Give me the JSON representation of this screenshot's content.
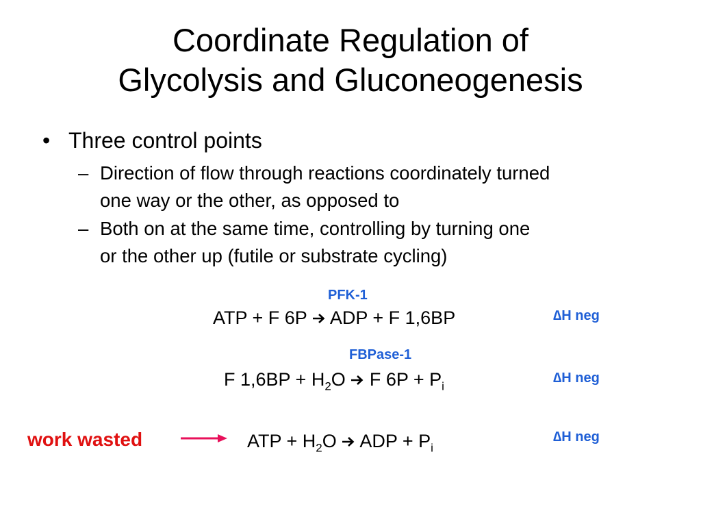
{
  "slide": {
    "title_line1": "Coordinate Regulation of",
    "title_line2": "Glycolysis and Gluconeogenesis"
  },
  "bullets": {
    "main_mark": "•",
    "main": "Three control points",
    "sub_mark": "–",
    "sub1_line1": "Direction of flow through reactions coordinately turned",
    "sub1_line2": "one way or the other, as opposed to",
    "sub2_line1": "Both on at the same time, controlling by turning one",
    "sub2_line2": "or the other up (futile or substrate cycling)"
  },
  "reactions": [
    {
      "enzyme": "PFK-1",
      "left": "ATP + F 6P",
      "right": "ADP + F 1,6BP",
      "delta_h": "∆H neg"
    },
    {
      "enzyme": "FBPase-1",
      "left_a": "F 1,6BP + H",
      "left_sub": "2",
      "left_b": "O",
      "right_a": "F 6P + P",
      "right_sub": "i",
      "delta_h": "∆H neg"
    },
    {
      "label": "work wasted",
      "left_a": "ATP + H",
      "left_sub": "2",
      "left_b": "O",
      "right_a": "ADP + P",
      "right_sub": "i",
      "delta_h": "∆H neg"
    }
  ],
  "icons": {
    "reaction_arrow": "arrow-right",
    "work_arrow": "arrow-right"
  },
  "colors": {
    "enzyme_text": "#1f5fd6",
    "work_wasted_text": "#e01010",
    "work_arrow": "#e8105a"
  }
}
